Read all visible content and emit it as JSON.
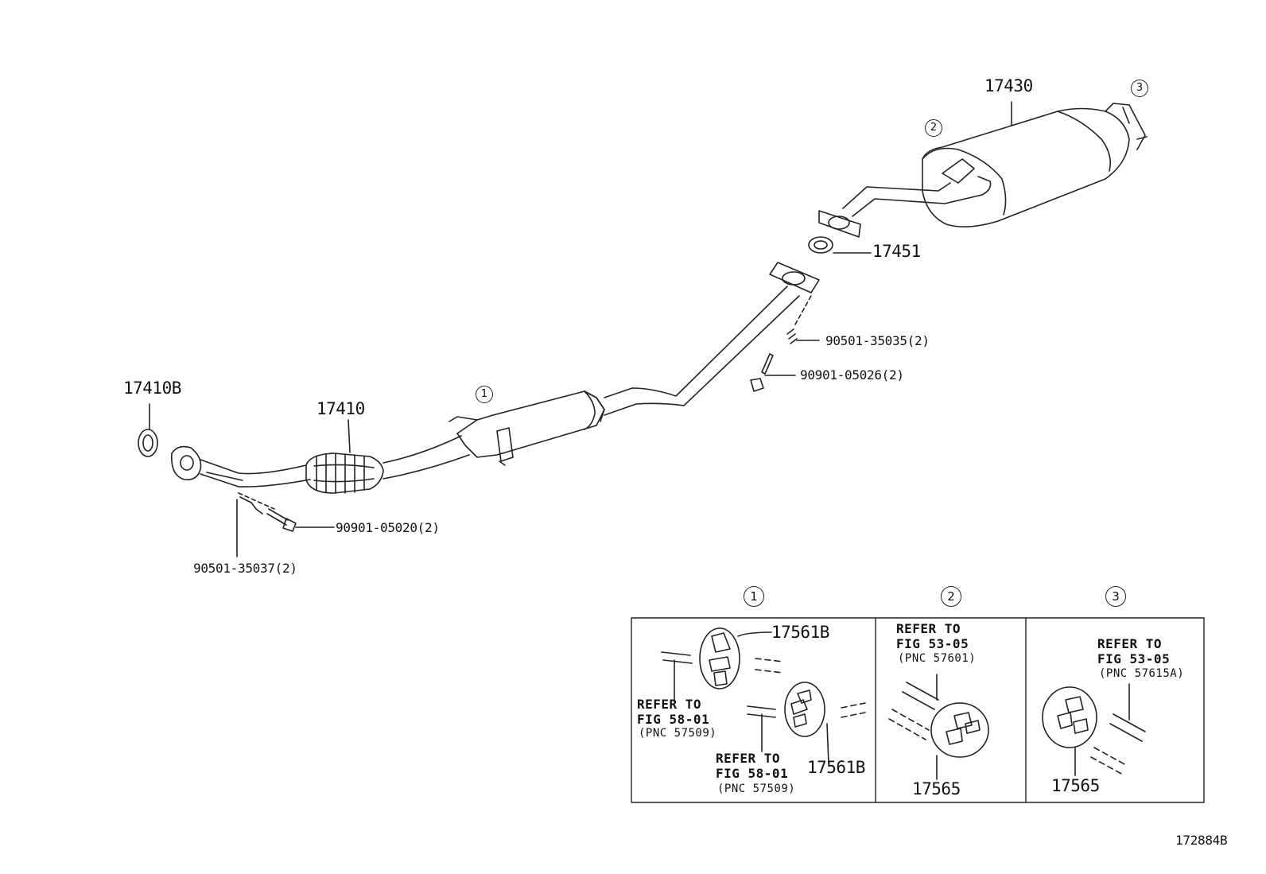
{
  "diagram_id": "172884B",
  "parts": {
    "p17410B": "17410B",
    "p17410": "17410",
    "p17430": "17430",
    "p17451": "17451",
    "bolt_front": "90901-05020(2)",
    "spring_front": "90501-35037(2)",
    "spring_rear": "90501-35035(2)",
    "bolt_rear": "90901-05026(2)"
  },
  "callouts": {
    "c1": "1",
    "c2": "2",
    "c3": "3"
  },
  "detail_panels": {
    "panel1": {
      "number": "1",
      "part_top": "17561B",
      "part_bottom": "17561B",
      "ref_a": [
        "REFER TO",
        "FIG 58-01",
        "(PNC 57509)"
      ],
      "ref_b": [
        "REFER TO",
        "FIG 58-01",
        "(PNC 57509)"
      ]
    },
    "panel2": {
      "number": "2",
      "part": "17565",
      "ref": [
        "REFER TO",
        "FIG 53-05",
        "(PNC 57601)"
      ]
    },
    "panel3": {
      "number": "3",
      "part": "17565",
      "ref": [
        "REFER TO",
        "FIG 53-05",
        "(PNC 57615A)"
      ]
    }
  }
}
